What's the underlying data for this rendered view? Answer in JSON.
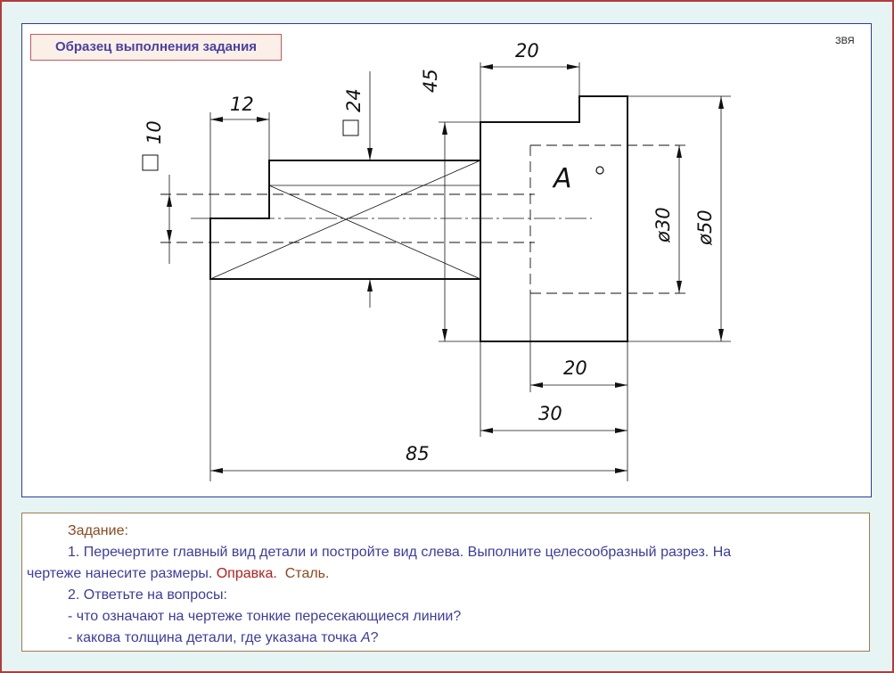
{
  "title": "Образец выполнения задания",
  "author_mark": "ЗВЯ",
  "drawing": {
    "dimensions": {
      "d12": "12",
      "d20_top": "20",
      "d45": "45",
      "sq24": "24",
      "sq10": "10",
      "phi30": "ø30",
      "phi50": "ø50",
      "d20_bottom": "20",
      "d30": "30",
      "d85": "85"
    },
    "point_label": "A"
  },
  "task": {
    "heading": "Задание:",
    "item1_main": "1. Перечертите главный вид детали и постройте вид слева. Выполните целесообразный разрез. На",
    "item1_cont_prefix": "чертеже нанесите размеры. ",
    "item1_opravka": "Оправка.",
    "item1_steel": "Сталь.",
    "item2": "2.  Ответьте  на вопросы:",
    "q1": "- что означают на чертеже тонкие пересекающиеся линии?",
    "q2_prefix": "- какова толщина детали, где указана точка ",
    "q2_point": "А",
    "q2_suffix": "?"
  }
}
